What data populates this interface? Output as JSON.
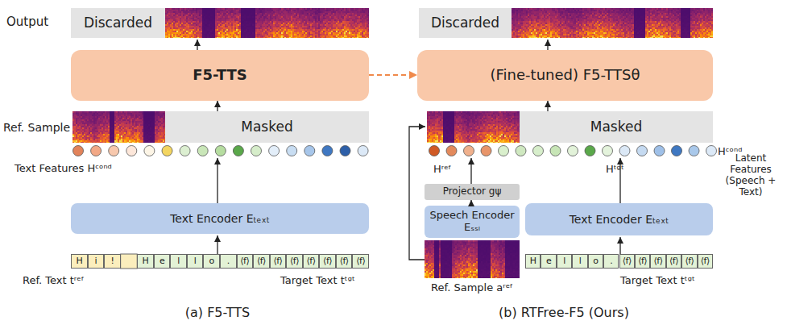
{
  "diagram": {
    "nodes": [
      {
        "text": [
          "Discarded"
        ]
      },
      {
        "text": [
          "F5-TTS"
        ]
      },
      {
        "text": [
          "Masked"
        ]
      },
      {
        "text": [
          "Text Encoder Eₜₑₓₜ"
        ]
      },
      {
        "text": [
          "Discarded"
        ]
      },
      {
        "text": [
          "(Fine-tuned) F5-TTSθ"
        ]
      },
      {
        "text": [
          "Masked"
        ]
      },
      {
        "text": [
          "Projector gψ"
        ]
      },
      {
        "text": [
          "Speech Encoder Eₛₛₗ"
        ]
      },
      {
        "text": [
          "Text Encoder Eₜₑₓₜ"
        ]
      }
    ],
    "edges": [
      {
        "from": 2,
        "to": 1,
        "arrow": "to"
      },
      {
        "from": 1,
        "to": 5,
        "arrow": "to"
      },
      {
        "from": 6,
        "to": 5,
        "arrow": "to"
      },
      {
        "from": 8,
        "to": 7,
        "arrow": "to"
      }
    ],
    "labels": [
      "Output",
      "Ref. Sample",
      "Text Features Hᶜᵒⁿᵈ",
      "H",
      "i",
      "!",
      "H",
      "e",
      "l",
      "l",
      "o",
      ".",
      "⟨f⟩",
      "⟨f⟩",
      "⟨f⟩",
      "⟨f⟩",
      "⟨f⟩",
      "⟨f⟩",
      "⟨f⟩",
      "⟨f⟩",
      "Ref. Text tʳᵉᶠ",
      "Target Text tᵗᵍᵗ",
      "(a) F5-TTS",
      "Hʳᵉᶠ",
      "Hᵗᵍᵗ",
      "Hᶜᵒⁿᵈ",
      "Latent Features (Speech + Text)",
      "Ref. Sample aʳᵉᶠ",
      "H",
      "e",
      "l",
      "l",
      "o",
      ".",
      "⟨f⟩",
      "⟨f⟩",
      "⟨f⟩",
      "⟨f⟩",
      "⟨f⟩",
      "⟨f⟩",
      "Target Text tᵗᵍᵗ",
      "(b) RTFree-F5 (Ours)"
    ]
  }
}
